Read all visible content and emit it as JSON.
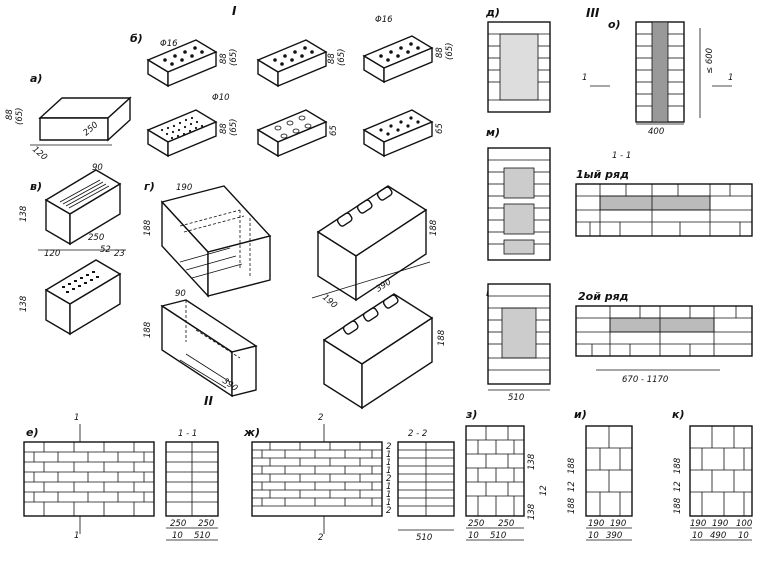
{
  "sections": {
    "I": "I",
    "II": "II",
    "III": "III"
  },
  "figures": {
    "a": {
      "label": "а)",
      "dims": [
        "88",
        "(65)",
        "250",
        "120"
      ]
    },
    "b": {
      "label": "б)",
      "dims": [
        "Φ16",
        "88",
        "(65)",
        "88",
        "(65)",
        "Φ16",
        "88",
        "(65)",
        "Φ10",
        "88",
        "(65)",
        "65",
        "65"
      ]
    },
    "v": {
      "label": "в)",
      "dims": [
        "90",
        "138",
        "250",
        "120",
        "52",
        "23",
        "138"
      ]
    },
    "g": {
      "label": "г)",
      "dims": [
        "190",
        "188",
        "90",
        "188",
        "390",
        "190",
        "188",
        "390",
        "188"
      ]
    },
    "d": {
      "label": "д)"
    },
    "o": {
      "label": "о)",
      "dims": [
        "≤ 600",
        "400"
      ]
    },
    "m": {
      "label": "м)"
    },
    "n": {
      "label": "н)",
      "dims": [
        "510"
      ]
    },
    "section11_top": {
      "label": "1 - 1",
      "row1": "1ый ряд",
      "row2": "2ой ряд",
      "span": "670 - 1170"
    },
    "e": {
      "label": "е)",
      "section": "1 - 1",
      "dims": [
        "250",
        "250",
        "10",
        "510"
      ]
    },
    "zh": {
      "label": "ж)",
      "section": "2 - 2",
      "dims": [
        "510"
      ]
    },
    "z": {
      "label": "з)",
      "dims": [
        "250",
        "250",
        "10",
        "510",
        "138",
        "12",
        "138"
      ]
    },
    "i": {
      "label": "и)",
      "dims": [
        "190",
        "190",
        "10",
        "390",
        "188",
        "12",
        "188"
      ]
    },
    "k": {
      "label": "к)",
      "dims": [
        "190",
        "190",
        "100",
        "10",
        "490",
        "10",
        "188",
        "12",
        "188"
      ]
    }
  },
  "markers": {
    "one": "1",
    "two": "2",
    "row_nums": [
      "2",
      "1",
      "1",
      "1",
      "2",
      "1",
      "1",
      "1",
      "2"
    ]
  }
}
